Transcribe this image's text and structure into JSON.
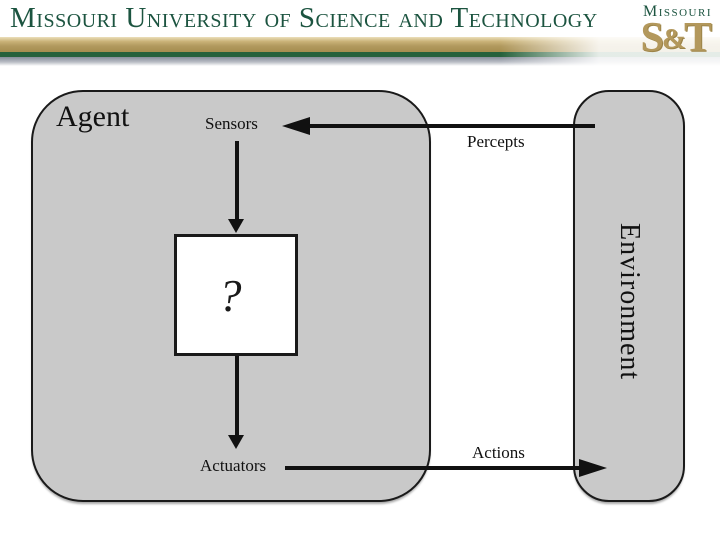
{
  "header": {
    "university_name": "Missouri University of Science and Technology",
    "logo": {
      "wordmark": "Missouri",
      "monogram_s": "S",
      "monogram_amp": "&",
      "monogram_t": "T"
    },
    "colors": {
      "brand_green": "#1C5440",
      "brand_gold": "#B1995E",
      "bar_dark_green": "#26613B",
      "bar_silver": "#868D99"
    }
  },
  "diagram": {
    "agent_label": "Agent",
    "environment_label": "Environment",
    "sensors_label": "Sensors",
    "actuators_label": "Actuators",
    "percepts_label": "Percepts",
    "actions_label": "Actions",
    "question_mark": "?",
    "box_fill_color": "#C9C9C9",
    "line_color": "#111111"
  }
}
